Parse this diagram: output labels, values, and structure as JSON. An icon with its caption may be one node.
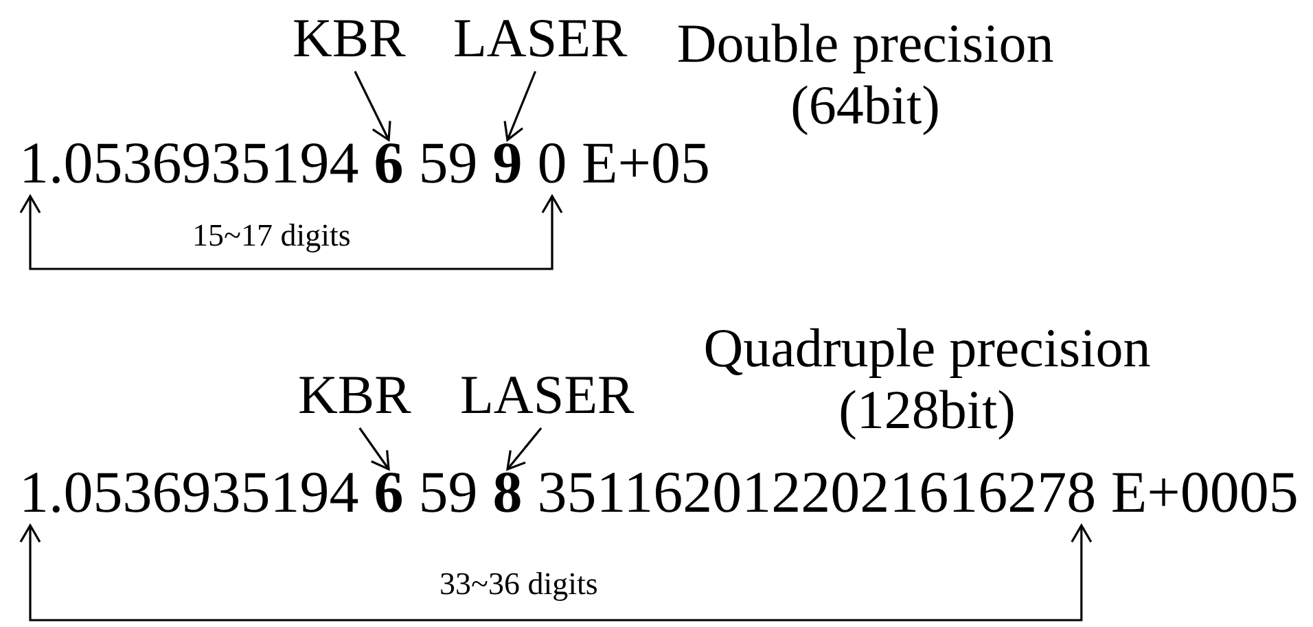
{
  "diagram": {
    "nodes": [
      {
        "text": [
          "KBR"
        ]
      },
      {
        "text": [
          "LASER"
        ]
      },
      {
        "text": [
          "6"
        ]
      },
      {
        "text": [
          "9"
        ]
      },
      {
        "text": [
          "KBR"
        ]
      },
      {
        "text": [
          "LASER"
        ]
      },
      {
        "text": [
          "6"
        ]
      },
      {
        "text": [
          "8"
        ]
      }
    ],
    "edges": [
      {
        "from": 0,
        "to": 2,
        "arrow": "to"
      },
      {
        "from": 1,
        "to": 3,
        "arrow": "to"
      },
      {
        "from": 4,
        "to": 6,
        "arrow": "to"
      },
      {
        "from": 5,
        "to": 7,
        "arrow": "to"
      }
    ],
    "labels": [
      "Double precision (64bit)",
      "1.0536935194",
      "59",
      "0 E+05",
      "15~17 digits",
      "Quadruple precision (128bit)",
      "1.0536935194",
      "59",
      "3511620122021616278 E+0005",
      "33~36 digits"
    ]
  }
}
